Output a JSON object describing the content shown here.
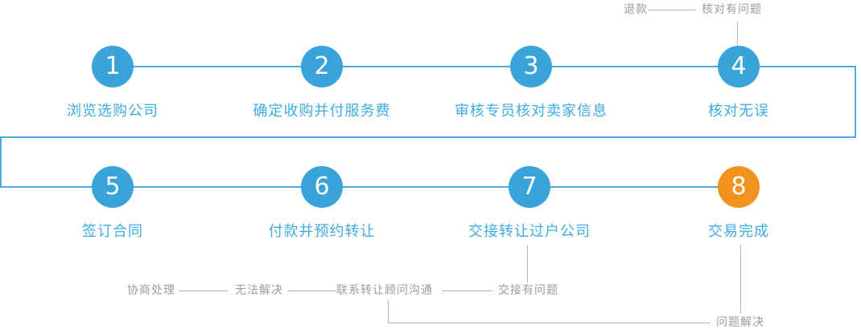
{
  "flow": {
    "title_hint": "company-transfer-process",
    "steps": [
      {
        "number": "1",
        "label": "浏览选购公司"
      },
      {
        "number": "2",
        "label": "确定收购并付服务费"
      },
      {
        "number": "3",
        "label": "审核专员核对卖家信息"
      },
      {
        "number": "4",
        "label": "核对无误"
      },
      {
        "number": "5",
        "label": "签订合同"
      },
      {
        "number": "6",
        "label": "付款并预约转让"
      },
      {
        "number": "7",
        "label": "交接转让过户公司"
      },
      {
        "number": "8",
        "label": "交易完成"
      }
    ],
    "annotations": {
      "refund": "退款",
      "check_problem": "核对有问题",
      "negotiate": "协商处理",
      "unsolvable": "无法解决",
      "contact_advisor": "联系转让顾问沟通",
      "handover_problem": "交接有问题",
      "problem_solved": "问题解决"
    },
    "colors": {
      "step_blue": "#38a4d9",
      "step_orange": "#f3921e",
      "line_blue": "#4aa9dd",
      "label_blue": "#3fabe0",
      "gray_text": "#9b9b9b",
      "gray_line": "#b4b4b4",
      "background": "#ffffff"
    }
  }
}
